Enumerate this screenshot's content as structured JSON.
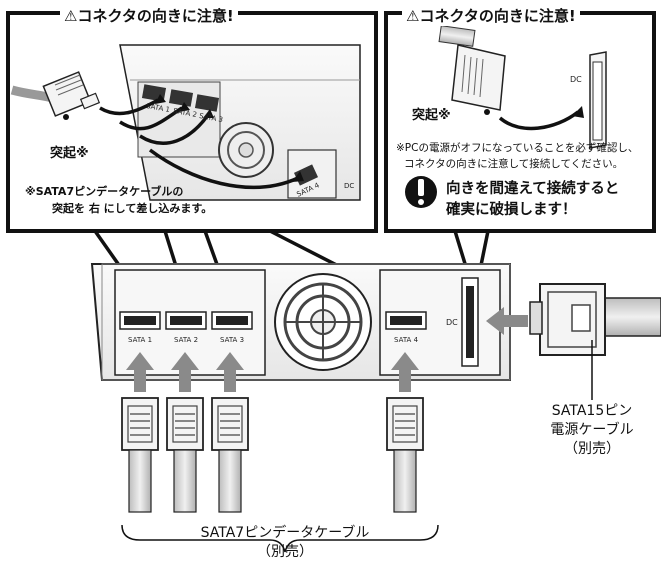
{
  "left_panel": {
    "title": "⚠コネクタの向きに注意!",
    "protrusion_label": "突起※",
    "note_line1": "※SATA7ピンデータケーブルの",
    "note_line2": "突起を 右 にして差し込みます。",
    "port_labels": [
      "SATA 1",
      "SATA 2",
      "SATA 3",
      "SATA 4"
    ],
    "dc_label": "DC"
  },
  "right_panel": {
    "title": "⚠コネクタの向きに注意!",
    "protrusion_label": "突起※",
    "dc_label": "DC",
    "note_line1": "※PCの電源がオフになっていることを必ず確認し、",
    "note_line2": "コネクタの向きに注意して接続してください。",
    "warning_line1": "向きを間違えて接続すると",
    "warning_line2": "確実に破損します！"
  },
  "device": {
    "port_labels": [
      "SATA 1",
      "SATA 2",
      "SATA 3",
      "SATA 4"
    ],
    "dc_label": "DC"
  },
  "power_cable_label": [
    "SATA15ピン",
    "電源ケーブル",
    "（別売）"
  ],
  "data_cable_label": [
    "SATA7ピンデータケーブル",
    "（別売）"
  ],
  "colors": {
    "line": "#111111",
    "panel_bg": "#ffffff",
    "device_fill": "#f2f2f2",
    "arrow_gray": "#8a8a8a",
    "cable_fill": "#d8d8d8"
  }
}
